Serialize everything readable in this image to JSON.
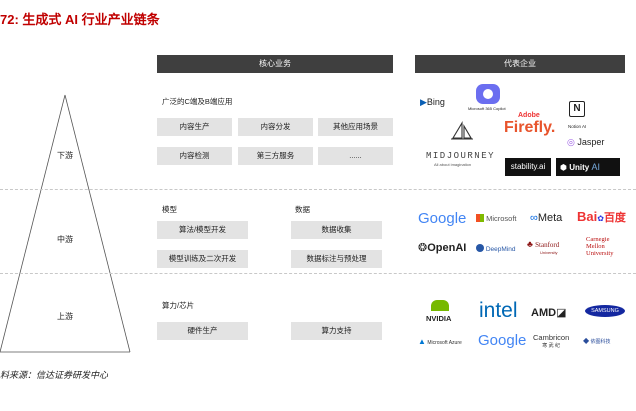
{
  "title": "72:  生成式 AI 行业产业链条",
  "tiers": {
    "downstream": "下游",
    "midstream": "中游",
    "upstream": "上游"
  },
  "headers": {
    "core_business": "核心业务",
    "representative_companies": "代表企业"
  },
  "downstream": {
    "section_label": "广泛的C端及B端应用",
    "boxes": [
      "内容生产",
      "内容分发",
      "其他应用场景",
      "内容检测",
      "第三方服务",
      "......"
    ],
    "logos": {
      "bing": "Bing",
      "copilot": "Microsoft 365 Copilot",
      "adobe": "Adobe",
      "firefly": "Firefly.",
      "notion": "Notion AI",
      "jasper": "Jasper",
      "midjourney": "MIDJOURNEY",
      "midjourney_tag": "All about imagination",
      "stability": "stability.ai",
      "unity": "Unity",
      "unity_ai": "AI"
    }
  },
  "midstream": {
    "label_model": "模型",
    "label_data": "数据",
    "boxes_model": [
      "算法/模型开发",
      "模型训练及二次开发"
    ],
    "boxes_data": [
      "数据收集",
      "数据标注与预处理"
    ],
    "logos": {
      "google": "Google",
      "microsoft": "Microsoft",
      "meta": "Meta",
      "baidu_bai": "Bai",
      "baidu_cn": "百度",
      "openai": "OpenAI",
      "deepmind": "DeepMind",
      "stanford": "Stanford",
      "stanford_sub": "University",
      "cmu_1": "Carnegie",
      "cmu_2": "Mellon",
      "cmu_3": "University"
    }
  },
  "upstream": {
    "section_label": "算力/芯片",
    "boxes": [
      "硬件生产",
      "算力支持"
    ],
    "logos": {
      "nvidia": "NVIDIA",
      "intel": "intel",
      "amd": "AMD",
      "samsung": "SAMSUNG",
      "azure": "Microsoft Azure",
      "google": "Google",
      "cambricon": "Cambricon",
      "cambricon_cn": "寒 武 纪",
      "yitu": "依图科技"
    }
  },
  "source": "料来源：信达证券研发中心",
  "colors": {
    "header_bg": "#3f3f3f",
    "box_bg": "#e3e3e3",
    "title": "#c00000"
  }
}
